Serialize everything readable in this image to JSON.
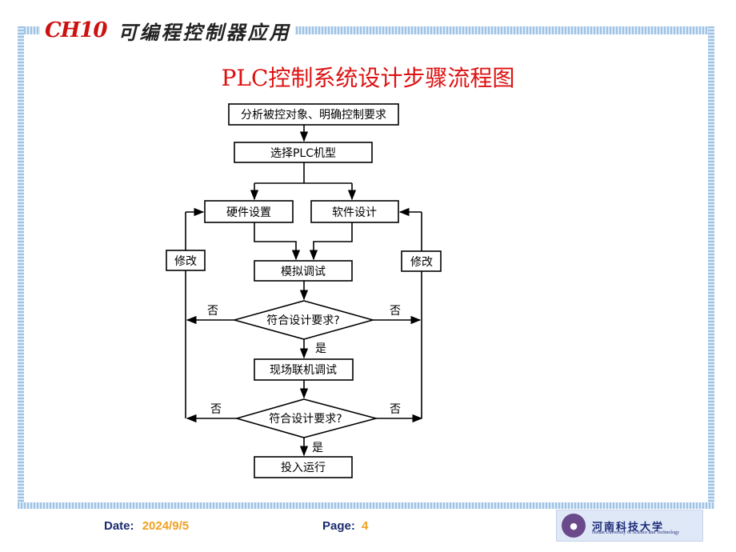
{
  "header": {
    "chapter_code": "CH10",
    "chapter_title": "可编程控制器应用"
  },
  "slide_title": "PLC控制系统设计步骤流程图",
  "flowchart": {
    "step_analyze": "分析被控对象、明确控制要求",
    "step_select": "选择PLC机型",
    "step_hardware": "硬件设置",
    "step_software": "软件设计",
    "step_simulate": "模拟调试",
    "decision_1": "符合设计要求?",
    "step_field": "现场联机调试",
    "decision_2": "符合设计要求?",
    "step_run": "投入运行",
    "modify_left": "修改",
    "modify_right": "修改",
    "no_label": "否",
    "yes_label": "是"
  },
  "footer": {
    "date_label": "Date:",
    "date_value": "2024/9/5",
    "page_label": "Page:",
    "page_value": "4"
  },
  "logo": {
    "cn_name": "河南科技大学",
    "en_name": "Henan University of Science and Technology"
  }
}
